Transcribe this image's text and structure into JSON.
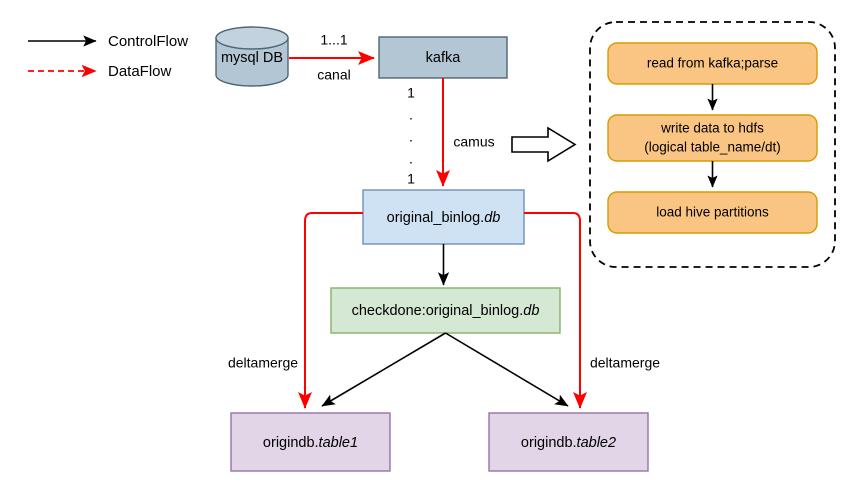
{
  "legend": {
    "items": [
      {
        "id": "control-flow",
        "label": "ControlFlow",
        "color": "#000000",
        "style": "solid"
      },
      {
        "id": "data-flow",
        "label": "DataFlow",
        "color": "#ff0000",
        "style": "dashed"
      }
    ]
  },
  "nodes": {
    "mysql_db": {
      "label": "mysql DB",
      "shape": "cylinder",
      "fill": "#b3c6d4",
      "stroke": "#4d6575"
    },
    "kafka": {
      "label": "kafka",
      "shape": "rect",
      "fill": "#b3c6d4",
      "stroke": "#4d6575"
    },
    "original_binlog": {
      "label_plain": "original_binlog.",
      "label_em": "db",
      "shape": "rect",
      "fill": "#cfe2f3",
      "stroke": "#6c8ebf"
    },
    "checkdone": {
      "label_plain": "checkdone:original_binlog.",
      "label_em": "db",
      "shape": "rect",
      "fill": "#d5e8d4",
      "stroke": "#82b366"
    },
    "table1": {
      "label_plain": "origindb.",
      "label_em": "table1",
      "shape": "rect",
      "fill": "#e1d5e7",
      "stroke": "#9673a6"
    },
    "table2": {
      "label_plain": "origindb.",
      "label_em": "table2",
      "shape": "rect",
      "fill": "#e1d5e7",
      "stroke": "#9673a6"
    }
  },
  "edges": {
    "canal_top": "1...1",
    "canal": "canal",
    "camus": "camus",
    "mult_top": "1",
    "mult_dot": "·",
    "mult_bottom": "1",
    "deltamerge_left": "deltamerge",
    "deltamerge_right": "deltamerge"
  },
  "camus_panel": {
    "border_style": "dashed",
    "stages": [
      {
        "id": "read-kafka-parse",
        "lines": [
          "read from kafka;parse"
        ]
      },
      {
        "id": "write-hdfs",
        "lines": [
          "write data to hdfs",
          "(logical table_name/dt)"
        ]
      },
      {
        "id": "load-hive-partitions",
        "lines": [
          "load hive partitions"
        ]
      }
    ],
    "fill": "#fac482",
    "stroke": "#d79b00"
  }
}
